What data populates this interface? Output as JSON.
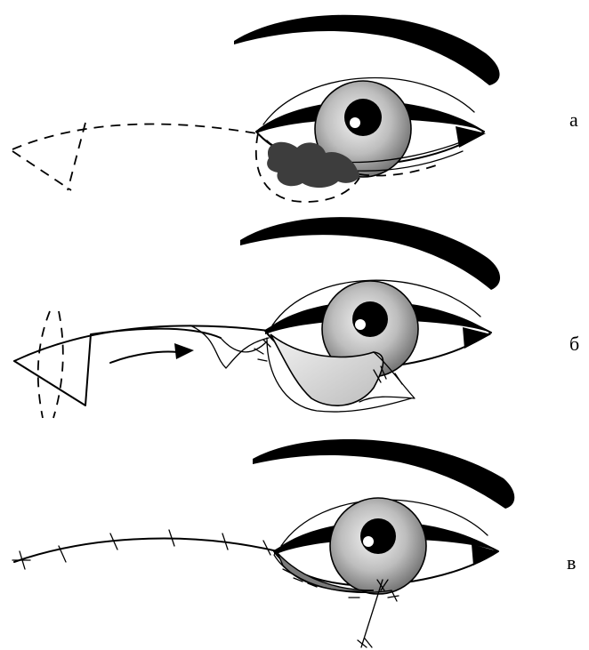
{
  "panels": [
    {
      "key": "a",
      "label": "а"
    },
    {
      "key": "b",
      "label": "б"
    },
    {
      "key": "v",
      "label": "в"
    }
  ],
  "colors": {
    "ink": "#000000",
    "tumor": "#3d3d3d",
    "flap_fill": "#d9d9d9",
    "iris_outer": "#6f6f6f",
    "iris_inner": "#f2f2f2",
    "background": "#ffffff"
  }
}
